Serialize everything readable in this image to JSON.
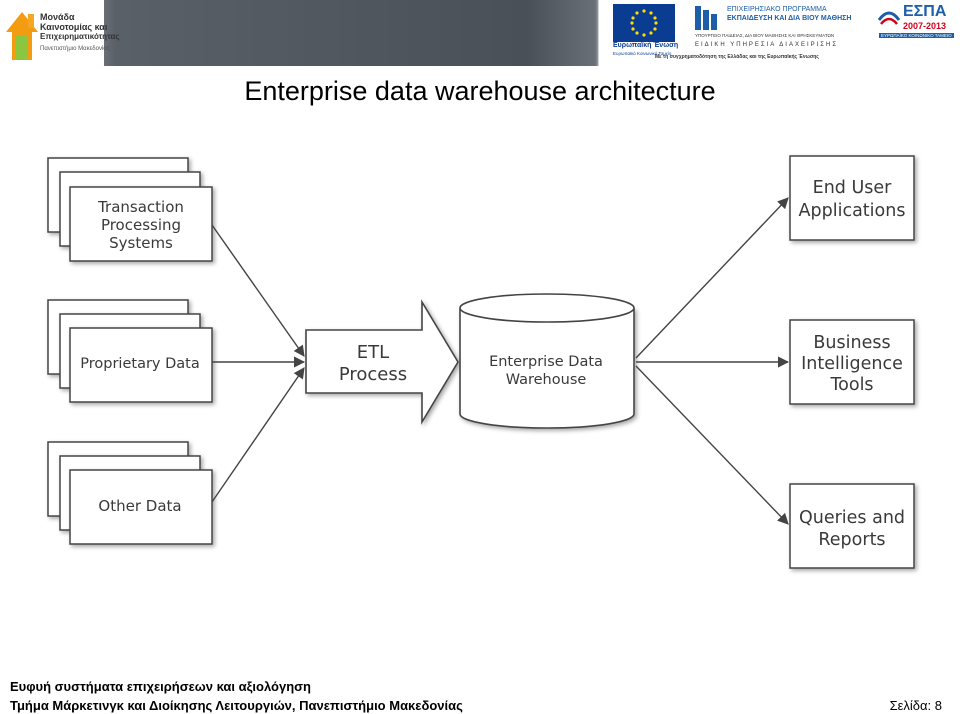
{
  "slide": {
    "title": "Enterprise data warehouse architecture"
  },
  "header": {
    "unit_logo": {
      "lines": [
        "Μονάδα",
        "Καινοτομίας και",
        "Επιχειρηματικότητας",
        "Πανεπιστήμιο Μακεδονίας"
      ]
    },
    "eu_logo": {
      "lines": [
        "Ευρωπαϊκή Ένωση",
        "Ευρωπαϊκό Κοινωνικό Ταμείο"
      ]
    },
    "program_logo": {
      "lines": [
        "ΕΠΙΧΕΙΡΗΣΙΑΚΟ ΠΡΟΓΡΑΜΜΑ",
        "ΕΚΠΑΙΔΕΥΣΗ ΚΑΙ ΔΙΑ ΒΙΟΥ ΜΑΘΗΣΗ",
        "ΥΠΟΥΡΓΕΙΟ ΠΑΙΔΕΙΑΣ, ΔΙΑ ΒΙΟΥ ΜΑΘΗΣΗΣ ΚΑΙ ΘΡΗΣΚΕΥΜΑΤΩΝ",
        "ΕΙΔΙΚΗ ΥΠΗΡΕΣΙΑ ΔΙΑΧΕΙΡΙΣΗΣ"
      ]
    },
    "espa_logo": {
      "lines": [
        "ΕΣΠΑ",
        "2007-2013",
        "ΕΥΡΩΠΑΪΚΟ ΚΟΙΝΩΝΙΚΟ ΤΑΜΕΙΟ"
      ]
    },
    "cofunding_note": "Με τη συγχρηματοδότηση της Ελλάδας και της Ευρωπαϊκής Ένωσης"
  },
  "diagram": {
    "sources": [
      {
        "lines": [
          "Transaction",
          "Processing",
          "Systems"
        ]
      },
      {
        "lines": [
          "Proprietary Data"
        ]
      },
      {
        "lines": [
          "Other Data"
        ]
      }
    ],
    "etl": {
      "lines": [
        "ETL",
        "Process"
      ]
    },
    "warehouse": {
      "lines": [
        "Enterprise Data",
        "Warehouse"
      ]
    },
    "outputs": [
      {
        "lines": [
          "End User",
          "Applications"
        ]
      },
      {
        "lines": [
          "Business",
          "Intelligence",
          "Tools"
        ]
      },
      {
        "lines": [
          "Queries and",
          "Reports"
        ]
      }
    ]
  },
  "footer": {
    "line1": "Ευφυή συστήματα επιχειρήσεων και αξιολόγηση",
    "line2": "Τμήμα Μάρκετινγκ και Διοίκησης Λειτουργιών, Πανεπιστήμιο Μακεδονίας",
    "page_label": "Σελίδα: 8"
  },
  "colors": {
    "accent_green": "#8cc63f",
    "accent_orange": "#f39c12",
    "eu_blue": "#0a3d91",
    "eu_star": "#ffdd00",
    "espa_red": "#d0021b",
    "program_blue": "#1c5fa8"
  }
}
